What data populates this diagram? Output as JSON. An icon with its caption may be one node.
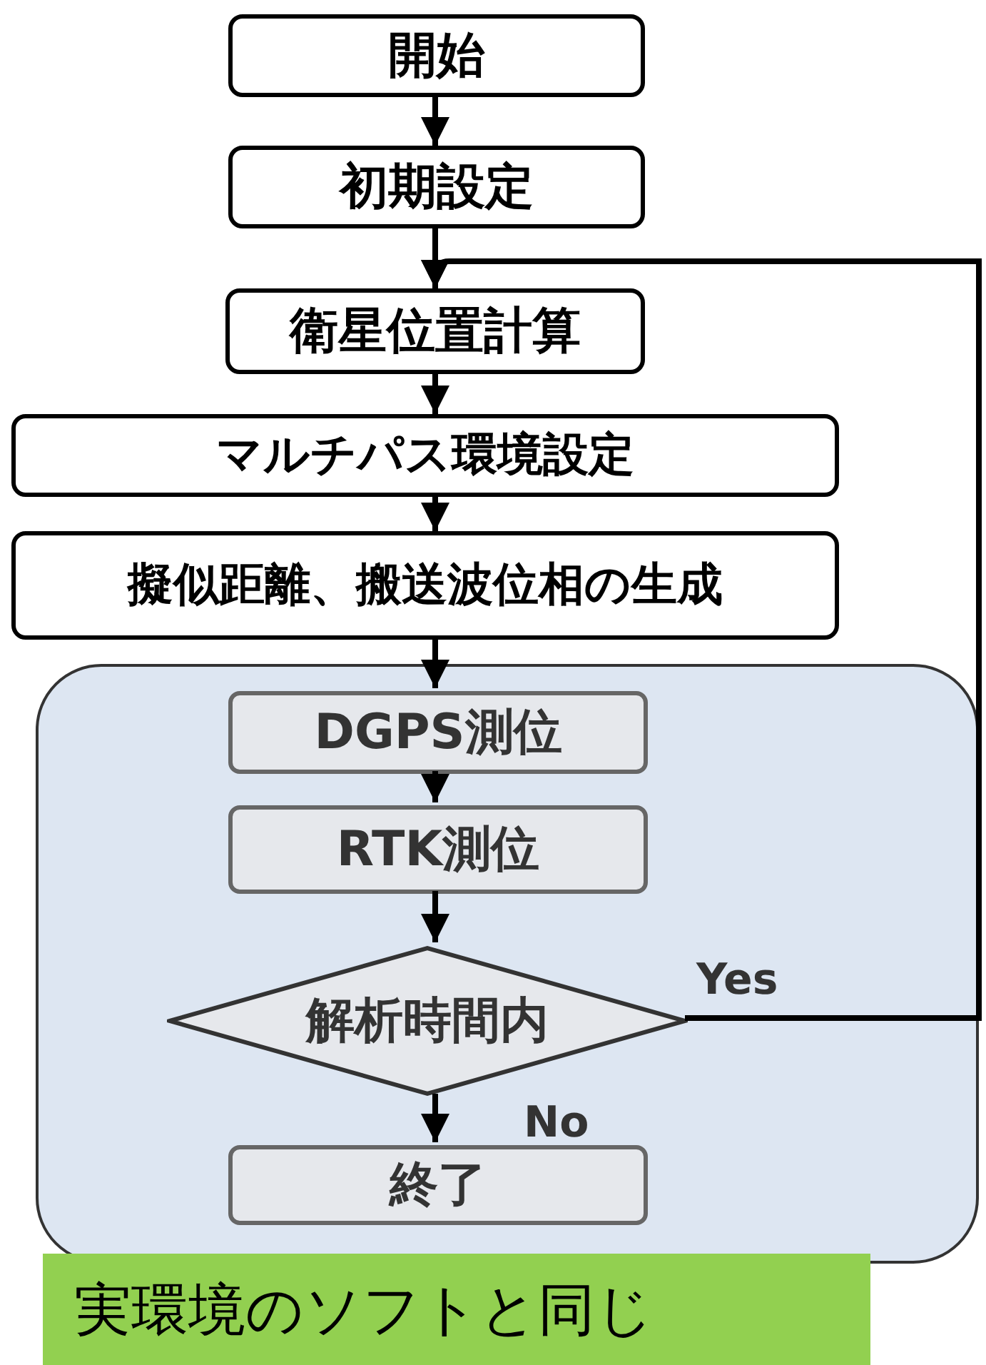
{
  "diagram": {
    "nodes": [
      {
        "text": [
          "開始"
        ]
      },
      {
        "text": [
          "初期設定"
        ]
      },
      {
        "text": [
          "衛星位置計算"
        ]
      },
      {
        "text": [
          "マルチパス環境設定"
        ]
      },
      {
        "text": [
          "擬似距離、搬送波位相の生成"
        ]
      },
      {
        "text": [],
        "shape": "box"
      },
      {
        "text": [
          "DGPS測位"
        ],
        "in": 5
      },
      {
        "text": [
          "RTK測位"
        ],
        "in": 5
      },
      {
        "text": [
          "解析時間内"
        ],
        "in": 5
      },
      {
        "text": [
          "終了"
        ],
        "in": 5
      },
      {
        "text": [
          "実環境のソフトと同じ"
        ]
      }
    ],
    "edges": [
      {
        "from": 0,
        "to": 1,
        "arrow": "to"
      },
      {
        "from": 1,
        "to": 2,
        "arrow": "to"
      },
      {
        "from": 2,
        "to": 3,
        "arrow": "to"
      },
      {
        "from": 3,
        "to": 4,
        "arrow": "to"
      },
      {
        "from": 4,
        "to": 6,
        "arrow": "to"
      },
      {
        "from": 6,
        "to": 7,
        "arrow": "to"
      },
      {
        "from": 7,
        "to": 8,
        "arrow": "to"
      },
      {
        "from": 8,
        "to": 9,
        "arrow": "to",
        "label": "No"
      },
      {
        "from": 8,
        "to": 2,
        "arrow": "to",
        "label": "Yes"
      }
    ]
  }
}
